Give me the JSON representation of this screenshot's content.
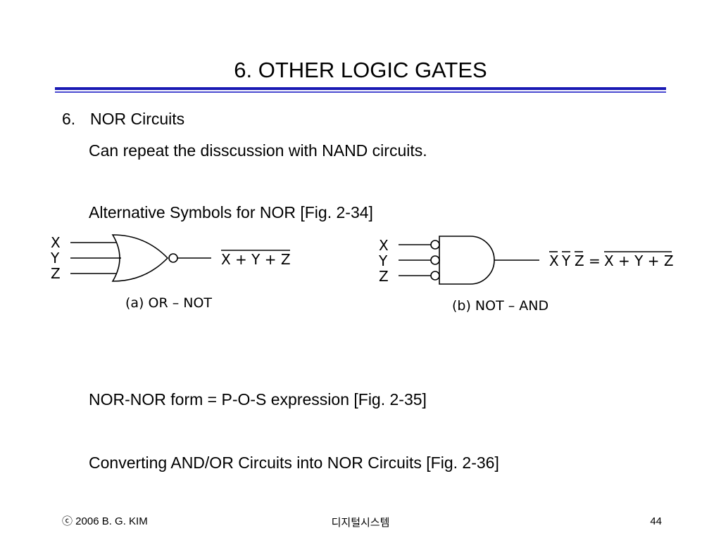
{
  "slide": {
    "title": "6. OTHER LOGIC GATES",
    "section_number": "6.",
    "section_title": "NOR Circuits",
    "line_repeat": "Can repeat the disscussion with NAND circuits.",
    "line_alt_symbols": "Alternative Symbols for NOR [Fig. 2-34]",
    "line_nor_nor": "NOR-NOR form = P-O-S expression [Fig. 2-35]",
    "line_converting": "Converting AND/OR Circuits into NOR Circuits [Fig. 2-36]"
  },
  "figure_a": {
    "inputs": [
      "X",
      "Y",
      "Z"
    ],
    "output_expr": "X + Y + Z",
    "caption": "(a) OR – NOT"
  },
  "figure_b": {
    "inputs": [
      "X",
      "Y",
      "Z"
    ],
    "output_left": [
      "X",
      "Y",
      "Z"
    ],
    "equals": "=",
    "output_right": "X + Y + Z",
    "caption": "(b) NOT – AND"
  },
  "footer": {
    "copyright": "ⓒ 2006  B. G. KIM",
    "course": "디지털시스템",
    "page": "44"
  },
  "colors": {
    "rule": "#1a1ab4",
    "text": "#000000",
    "background": "#ffffff"
  }
}
